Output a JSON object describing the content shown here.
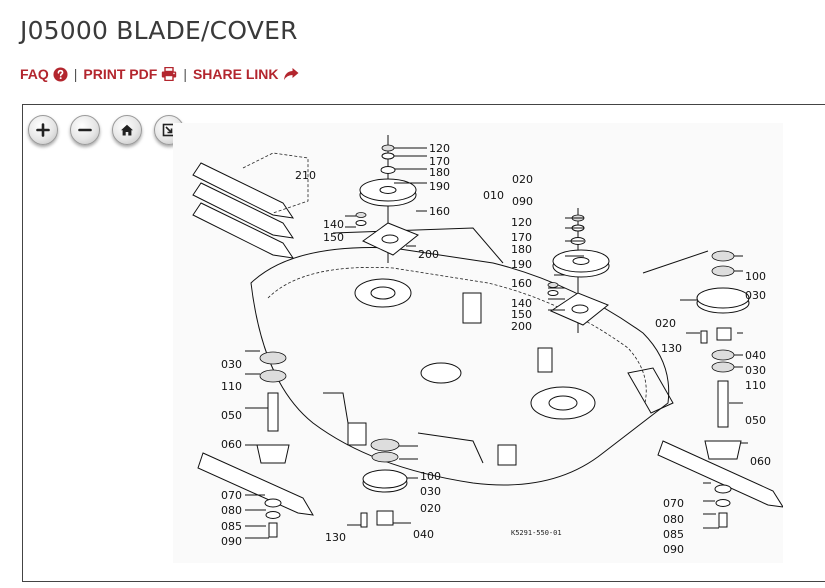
{
  "page": {
    "title": "J05000 BLADE/COVER"
  },
  "links": {
    "faq": "FAQ",
    "print_pdf": "PRINT PDF",
    "share_link": "SHARE LINK",
    "separator": "|"
  },
  "viewer": {
    "controls": [
      "zoom-in",
      "zoom-out",
      "home",
      "fit-page"
    ],
    "diagram_code": "K5291-550-01",
    "callouts": {
      "top_left": {
        "p120": "120",
        "p170": "170",
        "p180": "180",
        "p190": "190",
        "p160": "160",
        "p140": "140",
        "p150": "150",
        "p200": "200",
        "p210": "210"
      },
      "left": {
        "p030": "030",
        "p110": "110",
        "p050": "050",
        "p060": "060",
        "p070": "070",
        "p080": "080",
        "p085": "085",
        "p090": "090"
      },
      "bottom_center": {
        "p100": "100",
        "p030": "030",
        "p020": "020",
        "p130": "130",
        "p040": "040"
      },
      "center": {
        "p010": "010",
        "p020": "020",
        "p090": "090",
        "p120": "120",
        "p170": "170",
        "p180": "180",
        "p190": "190",
        "p160": "160",
        "p140": "140",
        "p150": "150",
        "p200": "200"
      },
      "right": {
        "p100": "100",
        "p030a": "030",
        "p020": "020",
        "p130": "130",
        "p040": "040",
        "p030b": "030",
        "p110": "110",
        "p050": "050",
        "p060": "060",
        "p070": "070",
        "p080": "080",
        "p085": "085",
        "p090": "090"
      }
    }
  },
  "colors": {
    "accent": "#b3262e",
    "title": "#3a3a3a"
  }
}
